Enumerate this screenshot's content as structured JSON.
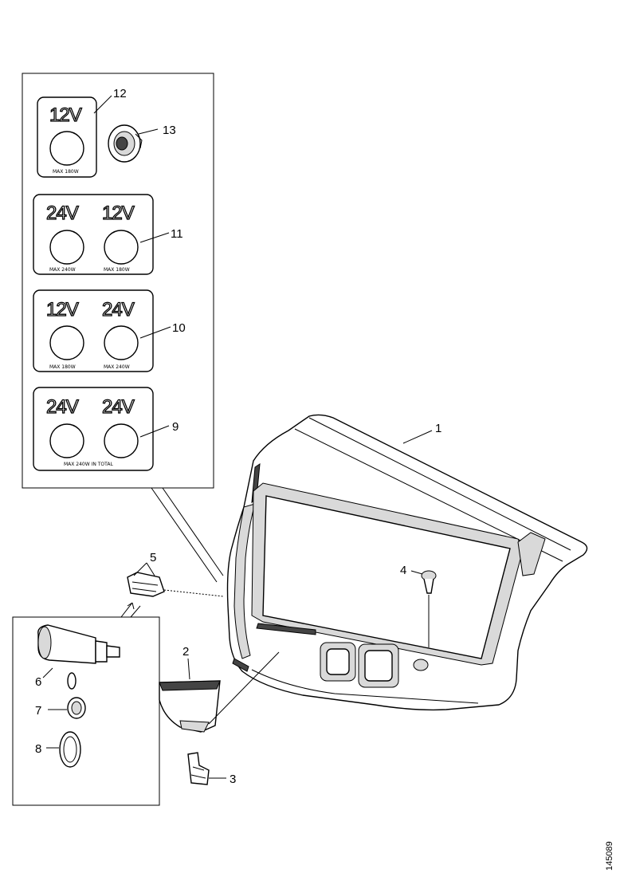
{
  "diagram": {
    "reference_code": "145089",
    "callouts": [
      "1",
      "2",
      "3",
      "4",
      "5",
      "6",
      "7",
      "8",
      "9",
      "10",
      "11",
      "12",
      "13"
    ],
    "panels": [
      {
        "id": "12",
        "voltages": [
          "12V"
        ],
        "ratings": [
          "MAX 180W"
        ]
      },
      {
        "id": "11",
        "voltages": [
          "24V",
          "12V"
        ],
        "ratings": [
          "MAX 240W",
          "MAX 180W"
        ]
      },
      {
        "id": "10",
        "voltages": [
          "12V",
          "24V"
        ],
        "ratings": [
          "MAX 180W",
          "MAX 240W"
        ]
      },
      {
        "id": "9",
        "voltages": [
          "24V",
          "24V"
        ],
        "ratings": [
          "MAX 240W IN TOTAL"
        ]
      }
    ]
  }
}
